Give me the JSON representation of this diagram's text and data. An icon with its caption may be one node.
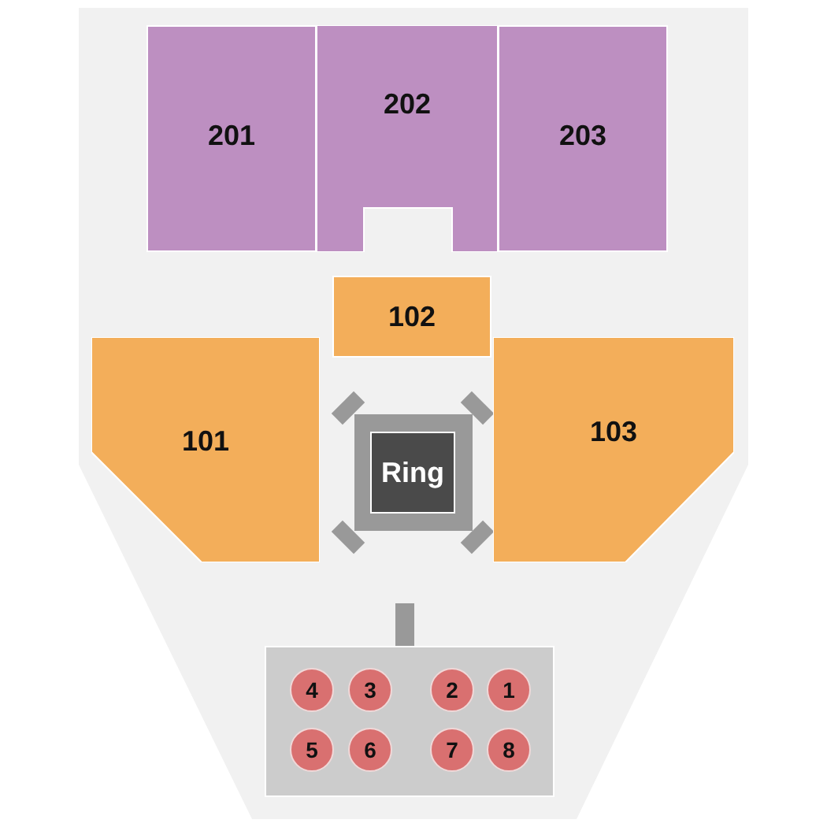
{
  "diagram": {
    "nodes": [
      {
        "text": [
          "201"
        ]
      },
      {
        "text": [
          "202"
        ]
      },
      {
        "text": [
          "203"
        ]
      },
      {
        "text": [
          "102"
        ]
      },
      {
        "text": [
          "101"
        ]
      },
      {
        "text": [
          "103"
        ]
      },
      {
        "text": [
          "Ring"
        ]
      },
      {
        "text": [],
        "shape": "box"
      },
      {
        "text": [
          "4"
        ],
        "in": 7
      },
      {
        "text": [
          "3"
        ],
        "in": 7
      },
      {
        "text": [
          "2"
        ],
        "in": 7
      },
      {
        "text": [
          "1"
        ],
        "in": 7
      },
      {
        "text": [
          "5"
        ],
        "in": 7
      },
      {
        "text": [
          "6"
        ],
        "in": 7
      },
      {
        "text": [
          "7"
        ],
        "in": 7
      },
      {
        "text": [
          "8"
        ],
        "in": 7
      }
    ]
  }
}
